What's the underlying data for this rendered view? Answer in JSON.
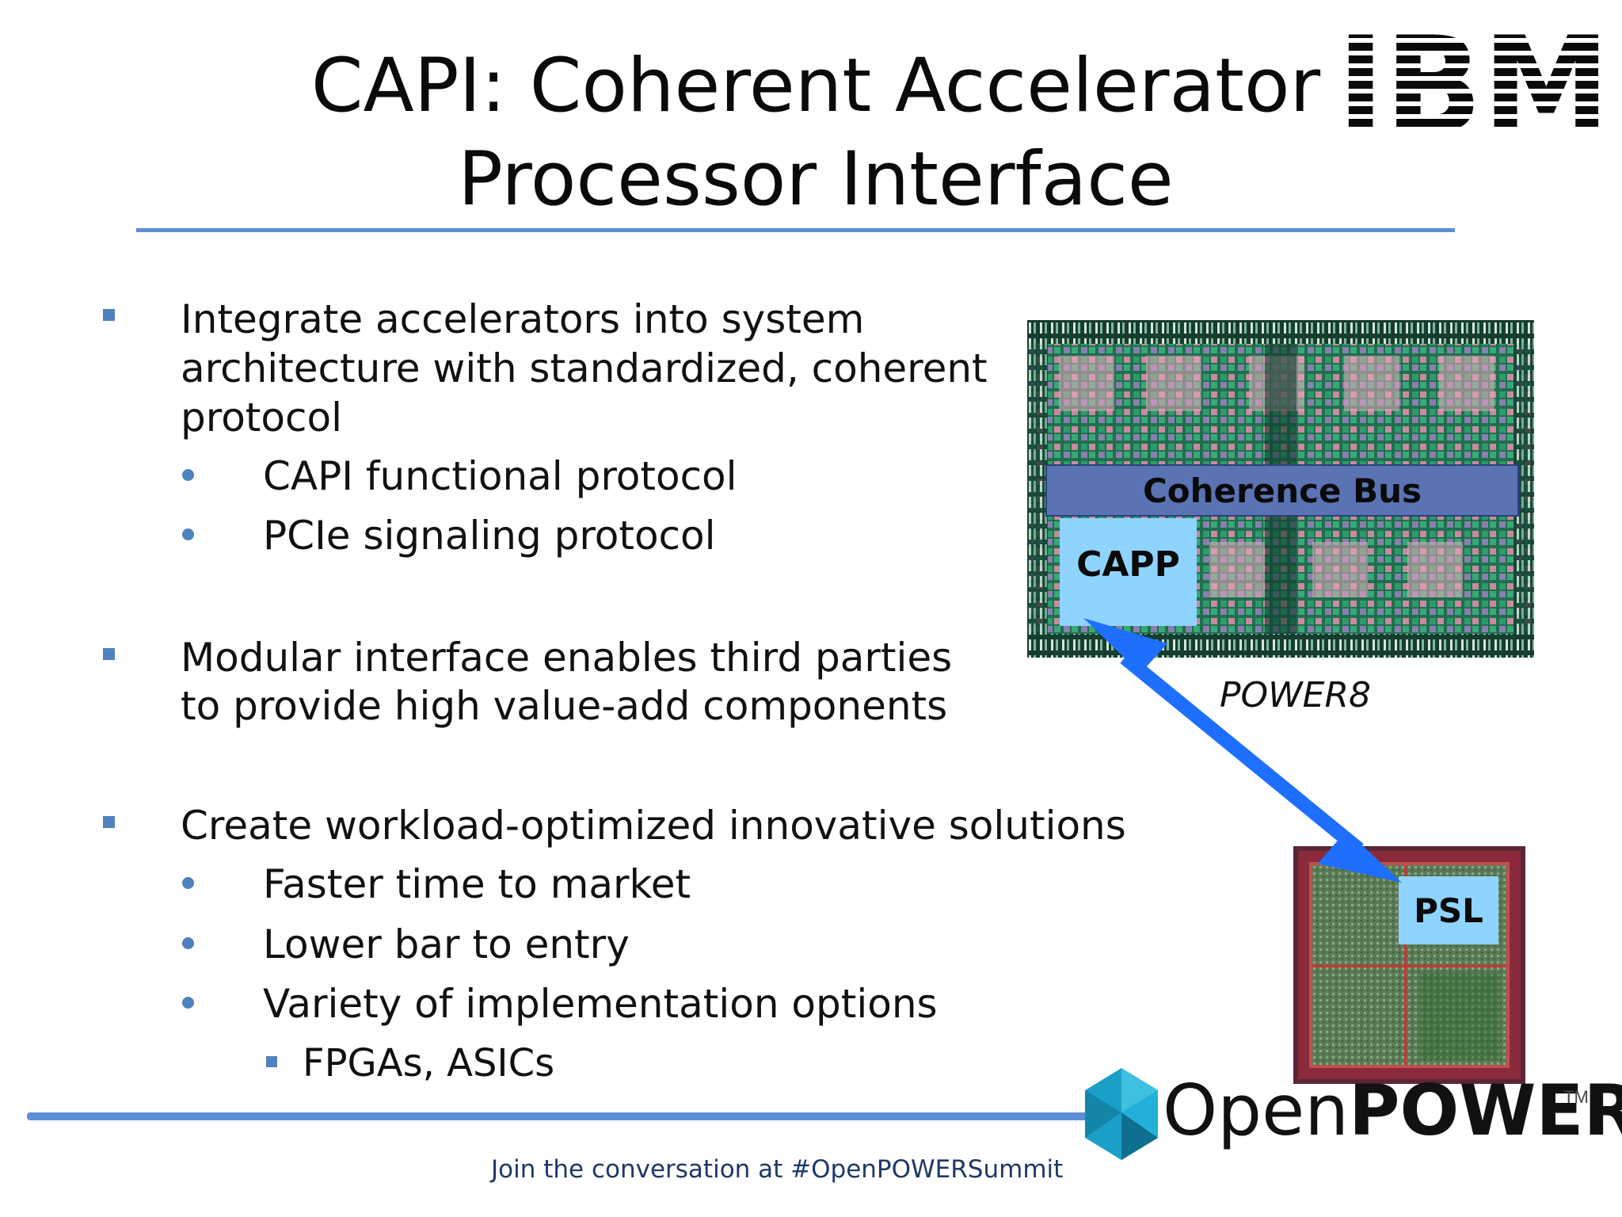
{
  "title": {
    "line1": "CAPI: Coherent Accelerator",
    "line2": "Processor Interface"
  },
  "bullets": {
    "b1": {
      "lines": [
        "Integrate accelerators into system",
        "architecture with standardized, coherent",
        "protocol"
      ],
      "subs": [
        "CAPI functional protocol",
        "PCIe signaling protocol"
      ]
    },
    "b2": {
      "lines": [
        "Modular interface enables third parties",
        "to provide high value-add components"
      ]
    },
    "b3": {
      "lines": [
        "Create workload-optimized innovative solutions"
      ],
      "subs": [
        "Faster time to market",
        "Lower bar to entry",
        "Variety of implementation options"
      ],
      "subsub": [
        "FPGAs, ASICs"
      ]
    }
  },
  "diagram": {
    "coherence_bus": "Coherence Bus",
    "capp": "CAPP",
    "power8": "POWER8",
    "psl": "PSL"
  },
  "logos": {
    "ibm": "IBM",
    "openpower_open": "Open",
    "openpower_power": "POWER",
    "tm": "TM"
  },
  "footer": "Join the conversation at #OpenPOWERSummit",
  "colors": {
    "accent_rule": "#5b8ed6",
    "bullet": "#4f81bd",
    "arrow": "#1f6fff",
    "label_box": "#8fd3ff",
    "bus_box": "#5a73b4",
    "footer_text": "#1f3868"
  }
}
